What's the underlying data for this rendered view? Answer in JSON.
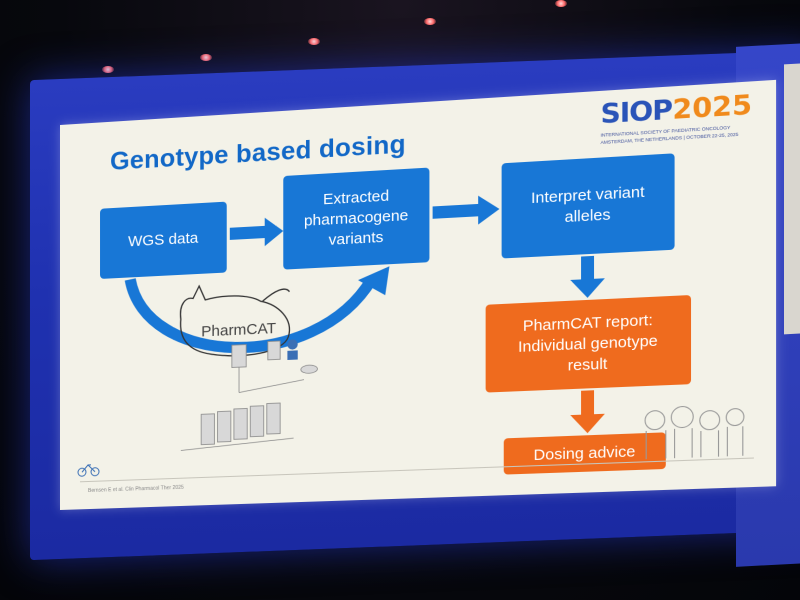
{
  "slide": {
    "title": "Genotype based dosing",
    "logo": {
      "brand": "SIOP",
      "year": "2025",
      "line1": "INTERNATIONAL SOCIETY OF PAEDIATRIC ONCOLOGY",
      "line2": "AMSTERDAM, THE NETHERLANDS | OCTOBER 22-25, 2025"
    },
    "boxes": {
      "wgs": "WGS data",
      "extracted": [
        "Extracted",
        "pharmacogene",
        "variants"
      ],
      "interpret": [
        "Interpret variant",
        "alleles"
      ],
      "report": [
        "PharmCAT report:",
        "Individual genotype",
        "result"
      ],
      "dosing": "Dosing advice"
    },
    "pharmcat_label": "PharmCAT",
    "footnote": "Bernsen E et al. Clin Pharmacol Ther 2025",
    "colors": {
      "title_blue": "#1268c7",
      "box_blue": "#1877d6",
      "box_orange": "#ef6b1e",
      "slide_bg": "#f3f2e8",
      "screen_blue": "#2334b4"
    }
  }
}
